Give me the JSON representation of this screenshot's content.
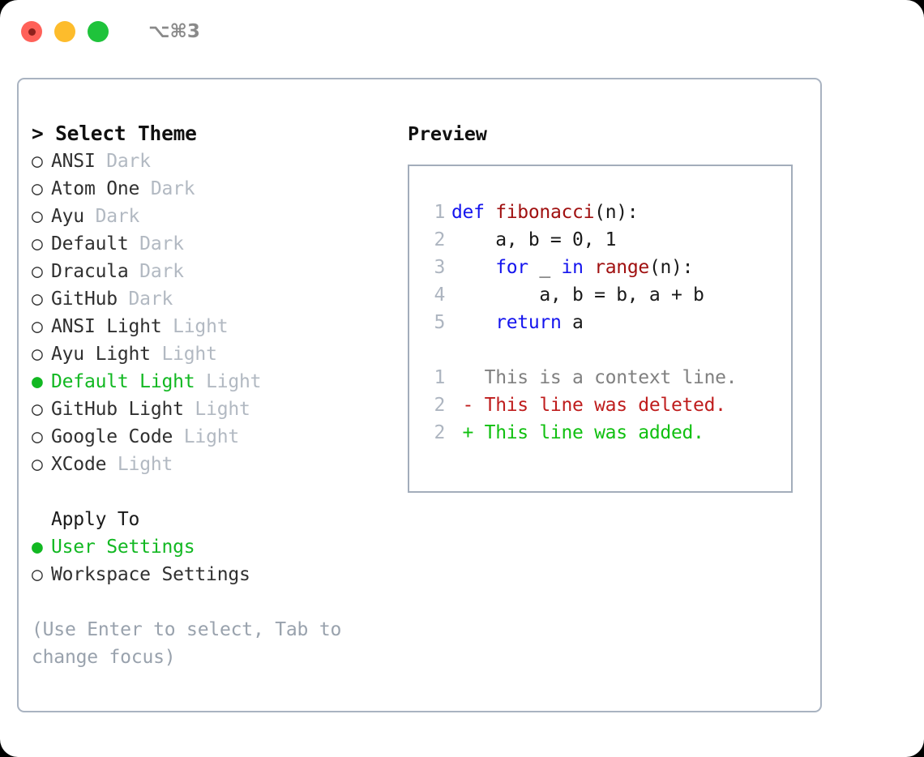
{
  "window": {
    "shortcut": "⌥⌘3",
    "traffic_lights": [
      {
        "name": "close-button",
        "color": "#ff6159"
      },
      {
        "name": "minimize-button",
        "color": "#fdbc2c"
      },
      {
        "name": "maximize-button",
        "color": "#1fc33b"
      }
    ]
  },
  "colors": {
    "selected_green": "#12b822",
    "muted_gray": "#b2b9c2",
    "hint_gray": "#99a2ad",
    "border": "#a9b3c1",
    "keyword_blue": "#1414ee",
    "function_red": "#a01010",
    "diff_delete_red": "#bf1d1d",
    "diff_add_green": "#10c010",
    "line_number_gray": "#adb5c0"
  },
  "theme_picker": {
    "prompt": ">",
    "title": "Select Theme",
    "bullet_unselected": "○",
    "bullet_selected": "●",
    "items": [
      {
        "name": "ANSI",
        "category": "Dark",
        "selected": false
      },
      {
        "name": "Atom One",
        "category": "Dark",
        "selected": false
      },
      {
        "name": "Ayu",
        "category": "Dark",
        "selected": false
      },
      {
        "name": "Default",
        "category": "Dark",
        "selected": false
      },
      {
        "name": "Dracula",
        "category": "Dark",
        "selected": false
      },
      {
        "name": "GitHub",
        "category": "Dark",
        "selected": false
      },
      {
        "name": "ANSI Light",
        "category": "Light",
        "selected": false
      },
      {
        "name": "Ayu Light",
        "category": "Light",
        "selected": false
      },
      {
        "name": "Default Light",
        "category": "Light",
        "selected": true
      },
      {
        "name": "GitHub Light",
        "category": "Light",
        "selected": false
      },
      {
        "name": "Google Code",
        "category": "Light",
        "selected": false
      },
      {
        "name": "XCode",
        "category": "Light",
        "selected": false
      }
    ]
  },
  "apply_to": {
    "title": "Apply To",
    "options": [
      {
        "label": "User Settings",
        "selected": true
      },
      {
        "label": "Workspace Settings",
        "selected": false
      }
    ]
  },
  "hint": "(Use Enter to select, Tab to change focus)",
  "preview": {
    "title": "Preview",
    "code_lines": [
      {
        "num": "1",
        "tokens": [
          {
            "t": "def ",
            "c": "kw"
          },
          {
            "t": "fibonacci",
            "c": "fn"
          },
          {
            "t": "(n):",
            "c": "plain"
          }
        ]
      },
      {
        "num": "2",
        "tokens": [
          {
            "t": "    a, b = 0, 1",
            "c": "plain"
          }
        ]
      },
      {
        "num": "3",
        "tokens": [
          {
            "t": "    ",
            "c": "plain"
          },
          {
            "t": "for",
            "c": "kw"
          },
          {
            "t": " _ ",
            "c": "plain"
          },
          {
            "t": "in",
            "c": "kw"
          },
          {
            "t": " ",
            "c": "plain"
          },
          {
            "t": "range",
            "c": "fn"
          },
          {
            "t": "(n):",
            "c": "plain"
          }
        ]
      },
      {
        "num": "4",
        "tokens": [
          {
            "t": "        a, b = b, a + b",
            "c": "plain"
          }
        ]
      },
      {
        "num": "5",
        "tokens": [
          {
            "t": "    ",
            "c": "plain"
          },
          {
            "t": "return",
            "c": "kw"
          },
          {
            "t": " a",
            "c": "plain"
          }
        ]
      }
    ],
    "diff_lines": [
      {
        "num": "1",
        "tokens": [
          {
            "t": "   This is a context line.",
            "c": "ctx"
          }
        ]
      },
      {
        "num": "2",
        "tokens": [
          {
            "t": " - This line was deleted.",
            "c": "del"
          }
        ]
      },
      {
        "num": "2",
        "tokens": [
          {
            "t": " + This line was added.",
            "c": "add"
          }
        ]
      }
    ]
  }
}
